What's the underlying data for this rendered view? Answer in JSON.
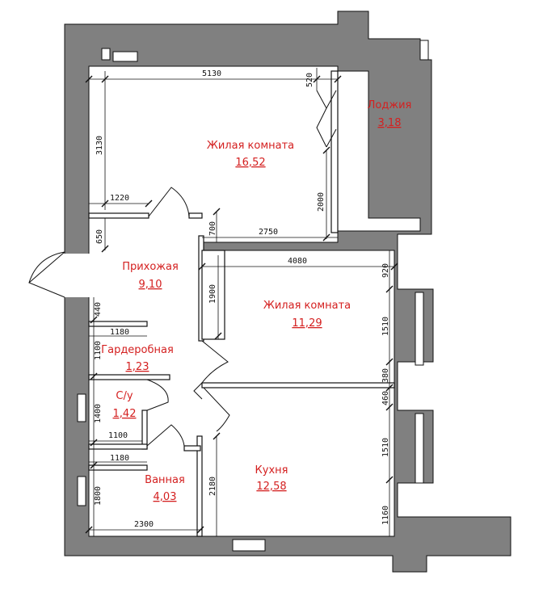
{
  "rooms": {
    "living1": {
      "name": "Жилая комната",
      "area": "16,52"
    },
    "loggia": {
      "name": "Лоджия",
      "area": "3,18"
    },
    "hall": {
      "name": "Прихожая",
      "area": "9,10"
    },
    "living2": {
      "name": "Жилая комната",
      "area": "11,29"
    },
    "wardrobe": {
      "name": "Гардеробная",
      "area": "1,23"
    },
    "wc": {
      "name": "С/у",
      "area": "1,42"
    },
    "bath": {
      "name": "Ванная",
      "area": "4,03"
    },
    "kitchen": {
      "name": "Кухня",
      "area": "12,58"
    }
  },
  "dimensions": {
    "top_5130": "5130",
    "top_520": "520",
    "left_3130": "3130",
    "w_1220": "1220",
    "v_2000": "2000",
    "v_700": "700",
    "w_2750": "2750",
    "left_650": "650",
    "w_4080": "4080",
    "r_920": "920",
    "v_1900": "1900",
    "left_440": "440",
    "w_1180a": "1180",
    "left_1100": "1100",
    "r_1510a": "1510",
    "r_380": "380",
    "r_460": "460",
    "left_1400": "1400",
    "w_1100": "1100",
    "w_1180b": "1180",
    "r_1510b": "1510",
    "v_2180": "2180",
    "left_1800": "1800",
    "r_1160": "1160",
    "w_2300": "2300"
  }
}
